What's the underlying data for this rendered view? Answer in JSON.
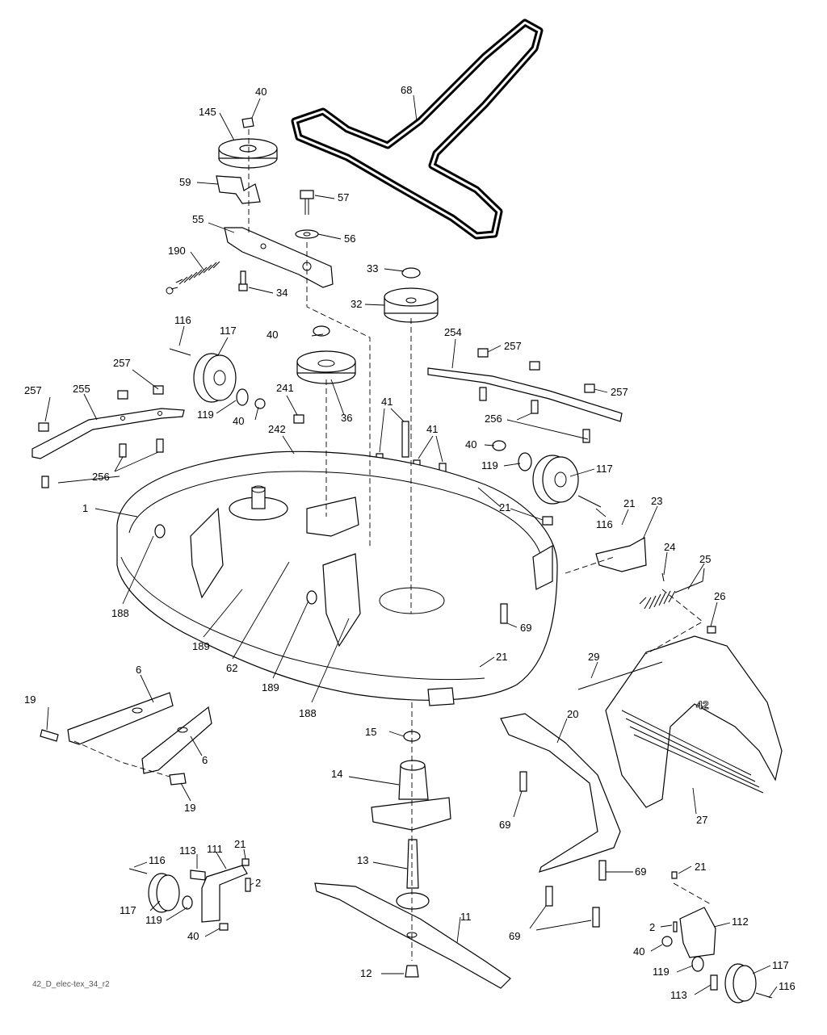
{
  "diagram": {
    "footer_code": "42_D_elec-tex_34_r2",
    "deck_badge": "42",
    "callouts": [
      "40",
      "145",
      "68",
      "59",
      "57",
      "55",
      "56",
      "190",
      "34",
      "33",
      "32",
      "116",
      "117",
      "40",
      "257",
      "257",
      "255",
      "119",
      "40",
      "36",
      "254",
      "257",
      "257",
      "257",
      "256",
      "241",
      "242",
      "41",
      "41",
      "256",
      "40",
      "119",
      "117",
      "1",
      "21",
      "21",
      "116",
      "23",
      "188",
      "189",
      "62",
      "24",
      "25",
      "69",
      "26",
      "189",
      "188",
      "21",
      "29",
      "19",
      "6",
      "15",
      "20",
      "27",
      "6",
      "19",
      "14",
      "69",
      "13",
      "116",
      "113",
      "111",
      "21",
      "2",
      "69",
      "117",
      "119",
      "40",
      "11",
      "69",
      "21",
      "2",
      "112",
      "40",
      "119",
      "117",
      "113",
      "116",
      "12"
    ]
  }
}
